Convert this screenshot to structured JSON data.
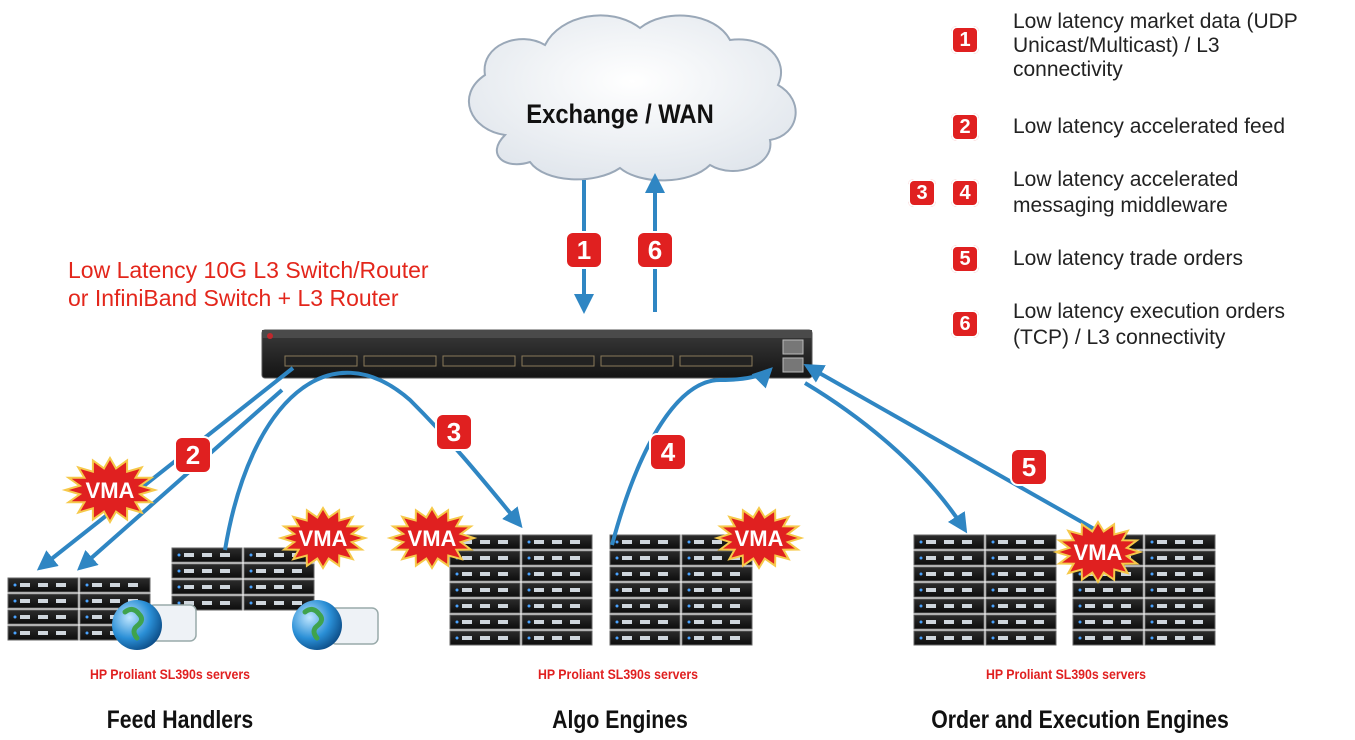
{
  "cloud": {
    "label": "Exchange / WAN"
  },
  "switch_title": {
    "line1": "Low Latency 10G L3 Switch/Router",
    "line2": "or InfiniBand Switch + L3 Router"
  },
  "legend": [
    {
      "badges": [
        "1"
      ],
      "lines": [
        "Low latency market data (UDP",
        "Unicast/Multicast) / L3",
        "connectivity"
      ]
    },
    {
      "badges": [
        "2"
      ],
      "lines": [
        "Low latency accelerated feed"
      ]
    },
    {
      "badges": [
        "3",
        "4"
      ],
      "lines": [
        "Low latency accelerated",
        "messaging middleware"
      ]
    },
    {
      "badges": [
        "5"
      ],
      "lines": [
        "Low latency trade orders"
      ]
    },
    {
      "badges": [
        "6"
      ],
      "lines": [
        "Low latency execution orders",
        "(TCP) / L3 connectivity"
      ]
    }
  ],
  "flow_badges": [
    "1",
    "6",
    "2",
    "3",
    "4",
    "5"
  ],
  "vma_label": "VMA",
  "groups": [
    {
      "server_caption": "HP Proliant SL390s servers",
      "name": "Feed Handlers"
    },
    {
      "server_caption": "HP Proliant SL390s servers",
      "name": "Algo Engines"
    },
    {
      "server_caption": "HP Proliant SL390s servers",
      "name": "Order and Execution Engines"
    }
  ],
  "colors": {
    "badge": "#e02020",
    "arrow": "#2f86c3",
    "switch_title": "#e3261b",
    "server_caption": "#e02020"
  }
}
